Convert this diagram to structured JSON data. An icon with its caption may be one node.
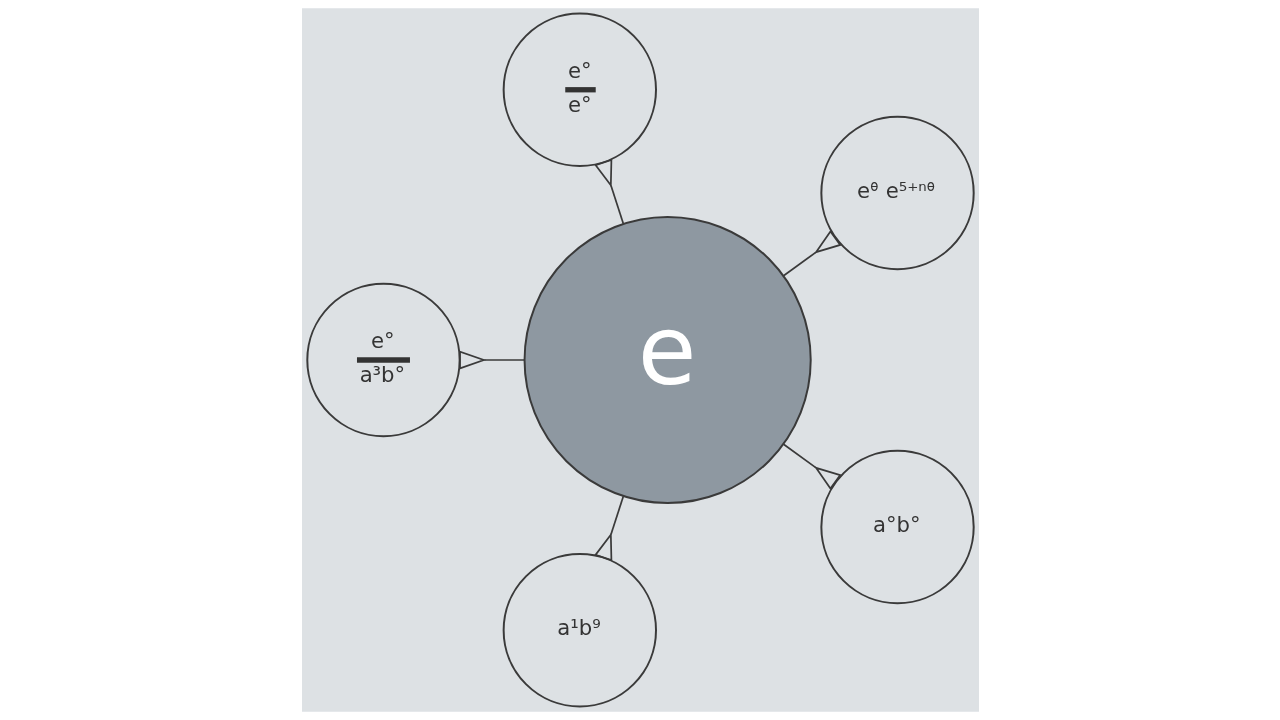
{
  "diagram": {
    "nodes": [
      {
        "text": [
          "eᶿ e⁵⁺ⁿᶿ"
        ]
      },
      {
        "text": [
          "e°",
          "e°"
        ]
      },
      {
        "text": [
          "e"
        ]
      },
      {
        "text": [
          "e°",
          "a³b°"
        ]
      },
      {
        "text": [
          "a¹b⁹"
        ]
      },
      {
        "text": [
          "a°b°"
        ]
      }
    ],
    "edges": [
      {
        "from": 2,
        "to": 0,
        "arrow": "other"
      },
      {
        "from": 2,
        "to": 1,
        "arrow": "other"
      },
      {
        "from": 2,
        "to": 3,
        "arrow": "other"
      },
      {
        "from": 2,
        "to": 4,
        "arrow": "other"
      },
      {
        "from": 2,
        "to": 5,
        "arrow": "other"
      }
    ]
  }
}
